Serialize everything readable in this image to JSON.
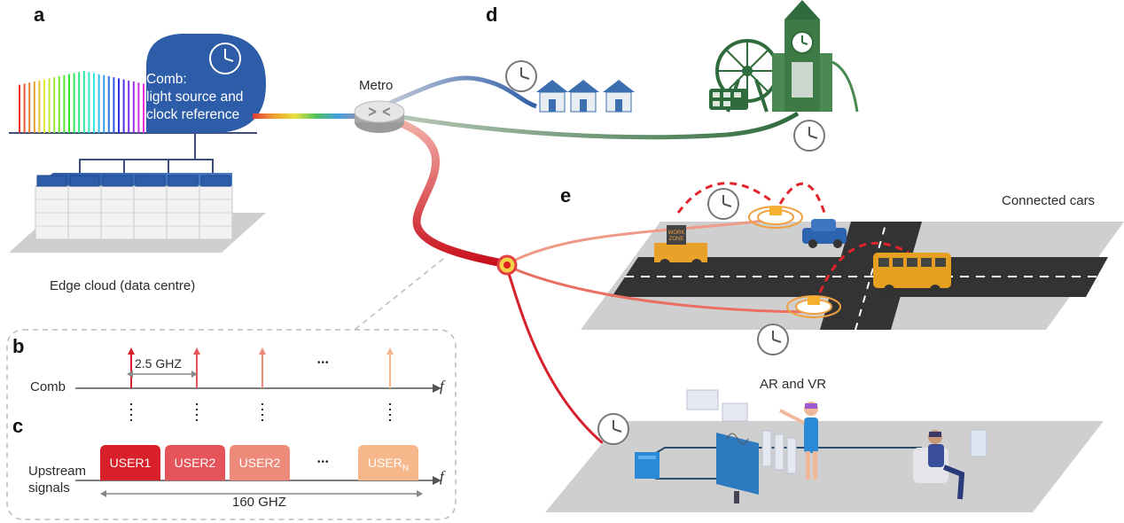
{
  "panels": {
    "a": "a",
    "b": "b",
    "c": "c",
    "d": "d",
    "e": "e"
  },
  "comb_box": {
    "line1": "Comb:",
    "line2": "light source and",
    "line3": "clock reference"
  },
  "edge_cloud_label": "Edge cloud (data centre)",
  "metro_label": "Metro",
  "connected_cars_label": "Connected cars",
  "ar_vr_label": "AR and VR",
  "panel_b": {
    "spacing_label": "2.5 GHZ",
    "row_label": "Comb",
    "axis_label": "f",
    "ellipsis": "•••"
  },
  "panel_c": {
    "row_label_line1": "Upstream",
    "row_label_line2": "signals",
    "axis_label": "f",
    "bandwidth_label": "160 GHZ",
    "ellipsis": "•••",
    "users": [
      {
        "label": "USER1",
        "color": "#d8202a"
      },
      {
        "label": "USER2",
        "color": "#e4545a"
      },
      {
        "label": "USER2",
        "color": "#ee8a7a"
      },
      {
        "label": "USER",
        "sub": "N",
        "color": "#f6b88a"
      }
    ]
  },
  "colors": {
    "comb_blue": "#2d5ca8",
    "fiber_red": "#d8202a",
    "fiber_green": "#3f7a4a",
    "fiber_blue": "#3b6fb0",
    "platform_gray": "#c9c9c9",
    "road": "#2f2f2f"
  },
  "icons": [
    "clock-icon",
    "router-icon",
    "house-icon",
    "ferris-wheel-icon",
    "clock-tower-icon",
    "bus-icon",
    "car-icon",
    "truck-icon",
    "vr-user-icon",
    "server-icon"
  ]
}
